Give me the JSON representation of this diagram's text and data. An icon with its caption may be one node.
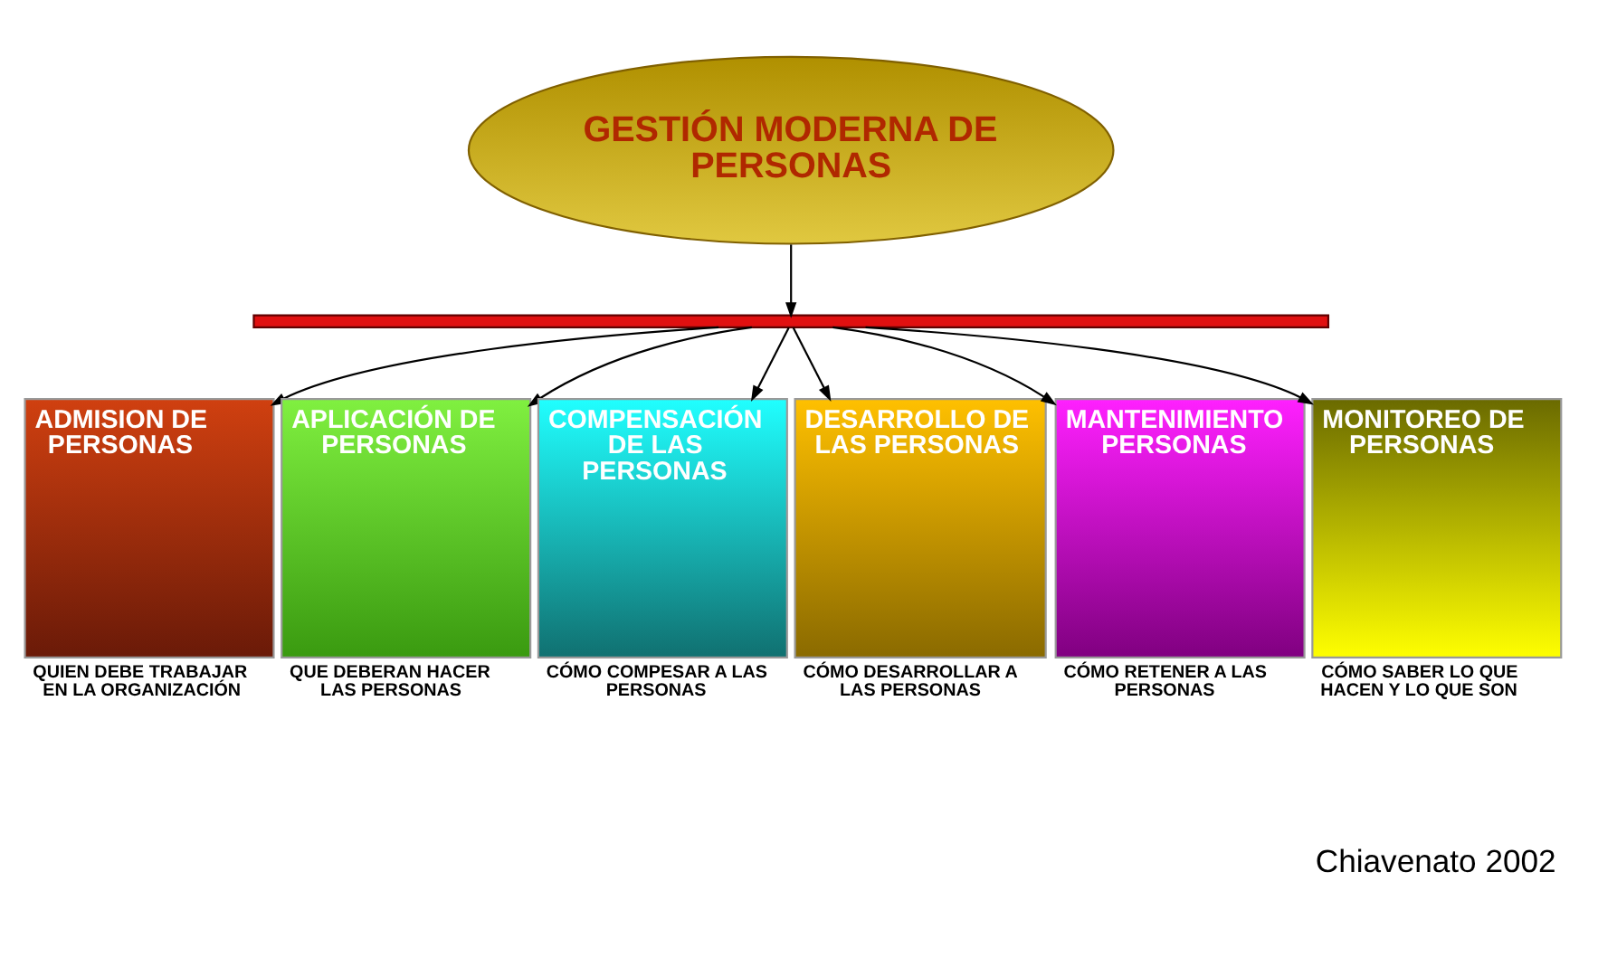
{
  "diagram": {
    "nodes": [
      {
        "text": [
          "GESTIÓN MODERNA DE PERSONAS"
        ]
      },
      {
        "text": [],
        "shape": "bar"
      },
      {
        "text": [
          "ADMISION DE PERSONAS"
        ],
        "beside": [
          "QUIEN DEBE TRABAJAR EN LA ORGANIZACIÓN"
        ]
      },
      {
        "text": [
          "APLICACIÓN DE PERSONAS"
        ],
        "beside": [
          "QUE DEBERAN HACER LAS PERSONAS"
        ]
      },
      {
        "text": [
          "COMPENSACIÓN DE LAS PERSONAS"
        ],
        "beside": [
          "CÓMO COMPESAR A LAS PERSONAS"
        ]
      },
      {
        "text": [
          "DESARROLLO DE LAS PERSONAS"
        ],
        "beside": [
          "CÓMO DESARROLLAR A LAS PERSONAS"
        ]
      },
      {
        "text": [
          "MANTENIMIENTO PERSONAS"
        ],
        "beside": [
          "CÓMO RETENER A LAS PERSONAS"
        ]
      },
      {
        "text": [
          "MONITOREO DE PERSONAS"
        ],
        "beside": [
          "CÓMO SABER LO QUE HACEN Y LO QUE SON"
        ]
      }
    ],
    "edges": [
      {
        "from": 0,
        "to": 1,
        "arrow": "to"
      },
      {
        "from": 1,
        "to": 2,
        "arrow": "to"
      },
      {
        "from": 1,
        "to": 3,
        "arrow": "to"
      },
      {
        "from": 1,
        "to": 4,
        "arrow": "to"
      },
      {
        "from": 1,
        "to": 5,
        "arrow": "to"
      },
      {
        "from": 1,
        "to": 6,
        "arrow": "to"
      },
      {
        "from": 1,
        "to": 7,
        "arrow": "to"
      }
    ],
    "labels": [
      "Chiavenato 2002"
    ]
  }
}
